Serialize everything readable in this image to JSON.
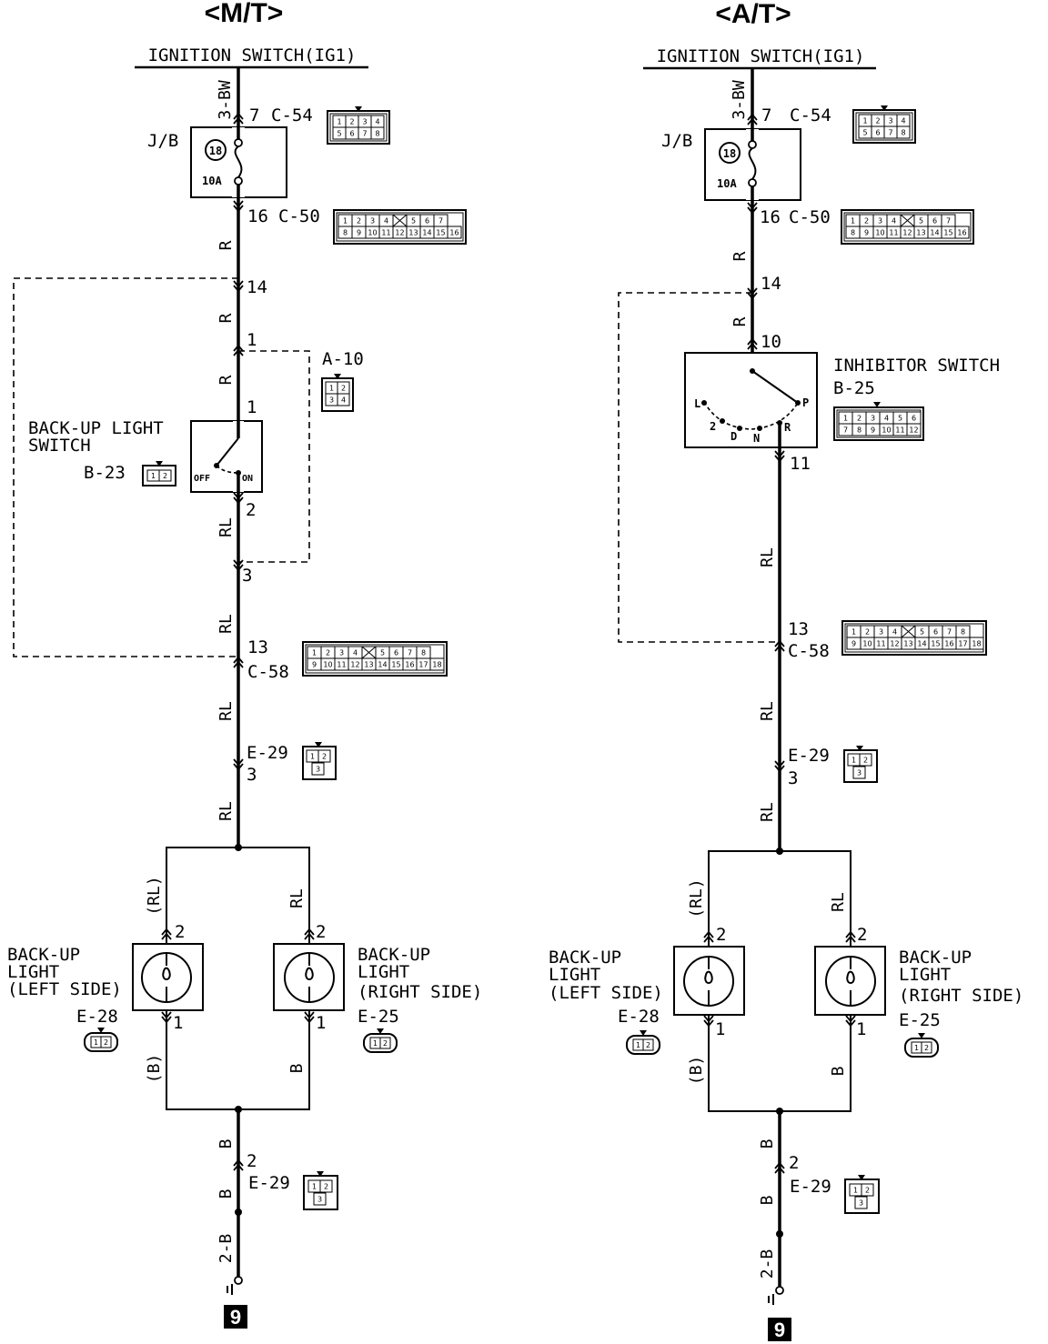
{
  "mt": {
    "header": "<M/T>",
    "ignition": "IGNITION SWITCH(IG1)",
    "wire_3bw": "3-BW",
    "c54_pin": "7",
    "c54": "C-54",
    "jb": "J/B",
    "fuse_no": "18",
    "fuse_amp": "10A",
    "c50_pin": "16",
    "c50": "C-50",
    "wire_r1": "R",
    "j14": "14",
    "wire_r2": "R",
    "a10_pin": "1",
    "a10": "A-10",
    "wire_r3": "R",
    "sw_pin1": "1",
    "switch_l1": "BACK-UP LIGHT",
    "switch_l2": "SWITCH",
    "b23": "B-23",
    "off": "OFF",
    "on": "ON",
    "sw_pin2": "2",
    "wire_rl1": "RL",
    "j3": "3",
    "wire_rl2": "RL",
    "c58_pin": "13",
    "c58": "C-58",
    "wire_rl3": "RL",
    "e29": "E-29",
    "e29_pin": "3",
    "wire_rl4": "RL",
    "wire_rl_left": "(RL)",
    "wire_rl_right": "RL",
    "lamp_left_pin2": "2",
    "lamp_right_pin2": "2",
    "left_l1": "BACK-UP",
    "left_l2": "LIGHT",
    "left_l3": "(LEFT SIDE)",
    "e28": "E-28",
    "right_l1": "BACK-UP",
    "right_l2": "LIGHT",
    "right_l3": "(RIGHT SIDE)",
    "e25": "E-25",
    "lamp_left_pin1": "1",
    "lamp_right_pin1": "1",
    "wire_b_left": "(B)",
    "wire_b_right": "B",
    "wire_b1": "B",
    "e29b_pin": "2",
    "e29b": "E-29",
    "wire_b2": "B",
    "wire_2b": "2-B",
    "ground": "9"
  },
  "at": {
    "header": "<A/T>",
    "ignition": "IGNITION SWITCH(IG1)",
    "wire_3bw": "3-BW",
    "c54_pin": "7",
    "c54": "C-54",
    "jb": "J/B",
    "fuse_no": "18",
    "fuse_amp": "10A",
    "c50_pin": "16",
    "c50": "C-50",
    "wire_r1": "R",
    "j14": "14",
    "wire_r2": "R",
    "inh_pin10": "10",
    "inh_l1": "INHIBITOR SWITCH",
    "b25": "B-25",
    "pos_l": "L",
    "pos_2": "2",
    "pos_d": "D",
    "pos_n": "N",
    "pos_r": "R",
    "pos_p": "P",
    "inh_pin11": "11",
    "wire_rl1": "RL",
    "c58_pin": "13",
    "c58": "C-58",
    "wire_rl3": "RL",
    "e29": "E-29",
    "e29_pin": "3",
    "wire_rl4": "RL",
    "wire_rl_left": "(RL)",
    "wire_rl_right": "RL",
    "lamp_left_pin2": "2",
    "lamp_right_pin2": "2",
    "left_l1": "BACK-UP",
    "left_l2": "LIGHT",
    "left_l3": "(LEFT SIDE)",
    "e28": "E-28",
    "right_l1": "BACK-UP",
    "right_l2": "LIGHT",
    "right_l3": "(RIGHT SIDE)",
    "e25": "E-25",
    "lamp_left_pin1": "1",
    "lamp_right_pin1": "1",
    "wire_b_left": "(B)",
    "wire_b_right": "B",
    "wire_b1": "B",
    "e29b_pin": "2",
    "e29b": "E-29",
    "wire_b2": "B",
    "wire_2b": "2-B",
    "ground": "9"
  },
  "connector_pins": {
    "c54_top": [
      "1",
      "2",
      "3",
      "4"
    ],
    "c54_bot": [
      "5",
      "6",
      "7",
      "8"
    ],
    "c50_top": [
      "1",
      "2",
      "3",
      "4",
      "",
      "5",
      "6",
      "7"
    ],
    "c50_bot": [
      "8",
      "9",
      "10",
      "11",
      "12",
      "13",
      "14",
      "15",
      "16"
    ],
    "c58_top": [
      "1",
      "2",
      "3",
      "4",
      "",
      "5",
      "6",
      "7",
      "8"
    ],
    "c58_bot": [
      "9",
      "10",
      "11",
      "12",
      "13",
      "14",
      "15",
      "16",
      "17",
      "18"
    ],
    "b25_top": [
      "1",
      "2",
      "3",
      "4",
      "5",
      "6"
    ],
    "b25_bot": [
      "7",
      "8",
      "9",
      "10",
      "11",
      "12"
    ],
    "a10_top": [
      "1",
      "2"
    ],
    "a10_bot": [
      "3",
      "4"
    ],
    "two_pin": [
      "1",
      "2"
    ],
    "e29_top": [
      "1",
      "2"
    ],
    "e29_bot": [
      "3"
    ]
  }
}
